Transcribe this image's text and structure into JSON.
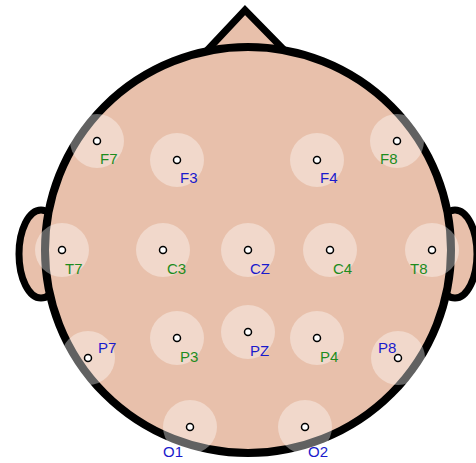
{
  "diagram": {
    "labels": [
      "F7",
      "F3",
      "F4",
      "F8",
      "T7",
      "C3",
      "CZ",
      "C4",
      "T8",
      "P7",
      "P3",
      "PZ",
      "P4",
      "P8",
      "O1",
      "O2"
    ]
  }
}
